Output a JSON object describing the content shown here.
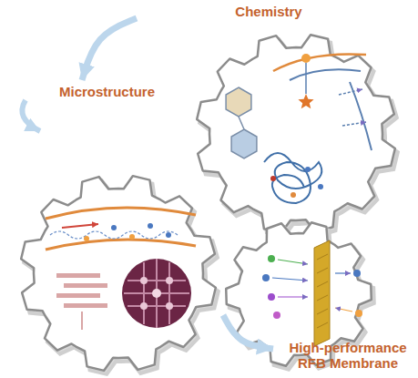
{
  "diagram": {
    "nodes": [
      {
        "text": [
          "Chemistry"
        ]
      },
      {
        "text": [
          "Microstructure"
        ]
      },
      {
        "text": [
          "High-performance RFB Membrane"
        ]
      }
    ],
    "edges": [
      {
        "from": 0,
        "to": 1,
        "arrow": "to"
      },
      {
        "from": 1,
        "to": 2,
        "arrow": "to"
      }
    ]
  }
}
